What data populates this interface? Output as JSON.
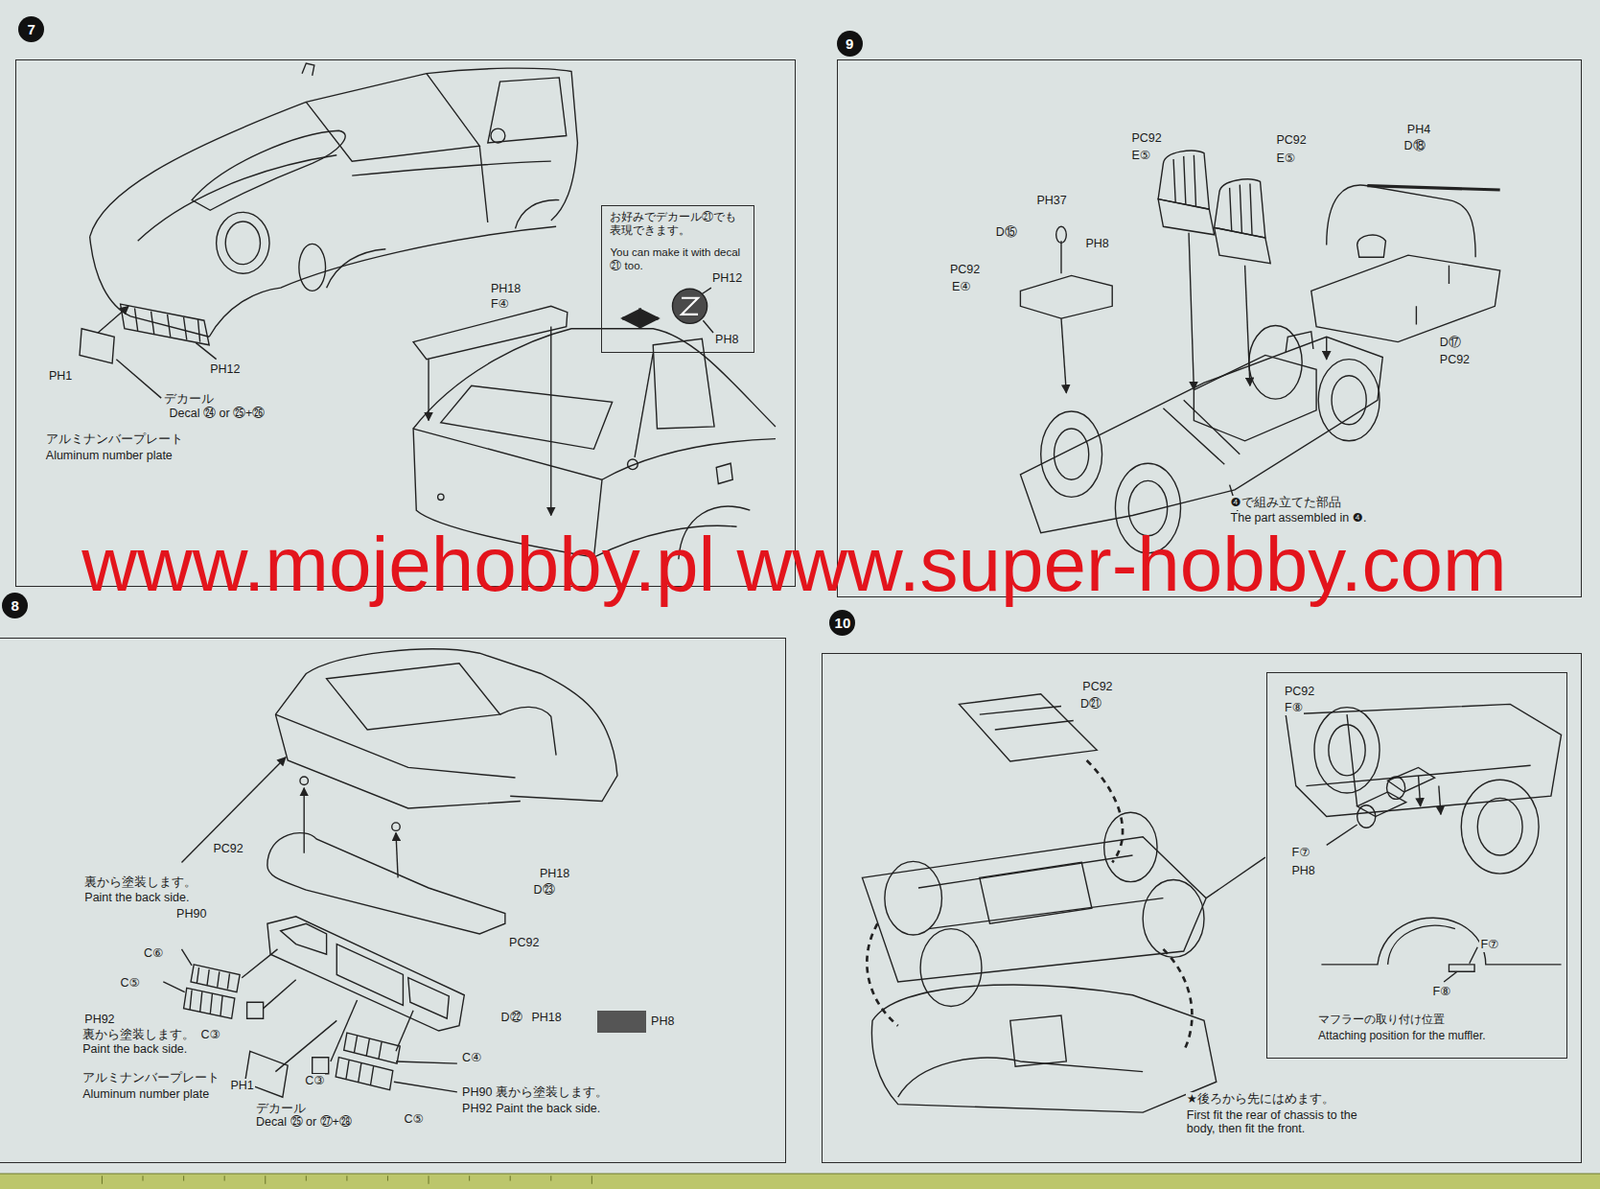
{
  "diagram": {
    "nodes": [
      {
        "text": [
          "7"
        ]
      },
      {
        "text": [
          "お好みでデカール㉑でも 表現できます。",
          "You can make it with decal ㉑ too."
        ],
        "in": 0
      },
      {
        "text": [
          "9"
        ]
      },
      {
        "text": [
          "8"
        ]
      },
      {
        "text": [
          "10"
        ]
      },
      {
        "text": [
          "マフラーの取り付け位置",
          "Attaching position for the muffler."
        ],
        "in": 4
      }
    ],
    "labels": [
      "PH1",
      "PH12",
      "デカール",
      "Decal ㉔ or ㉕+㉖",
      "アルミナンバープレート",
      "Aluminum number plate",
      "PH18",
      "F④",
      "PH12",
      "PH8",
      "PC92",
      "E⑤",
      "PC92",
      "E⑤",
      "PH4",
      "D⑱",
      "PH37",
      "D⑮",
      "PH8",
      "PC92",
      "E④",
      "D⑰",
      "PC92",
      "❹で組み立てた部品",
      "The part assembled in ❹.",
      "www.mojehobby.pl www.super-hobby.com",
      "PC92",
      "裏から塗装します。",
      "Paint the back side.",
      "PH18",
      "D㉓",
      "PC92",
      "PH90",
      "C⑥",
      "C⑤",
      "PH92",
      "裏から塗装します。",
      "Paint the back side.",
      "C③",
      "アルミナンバープレート",
      "Aluminum number plate",
      "PH1",
      "C③",
      "デカール",
      "Decal ㉕ or ㉗+㉘",
      "D㉒",
      "PH18",
      "C④",
      "PH90",
      "裏から塗装します。",
      "PH92",
      "Paint the back side.",
      "C⑤",
      "PC92",
      "D㉑",
      "PC92",
      "F⑧",
      "F⑦",
      "PH8",
      "F⑦",
      "F⑧",
      "★後ろから先にはめます。",
      "First fit the rear of chassis to the body, then fit the front."
    ],
    "legend": [
      {
        "text": "PH8",
        "color": "#555555"
      }
    ]
  }
}
